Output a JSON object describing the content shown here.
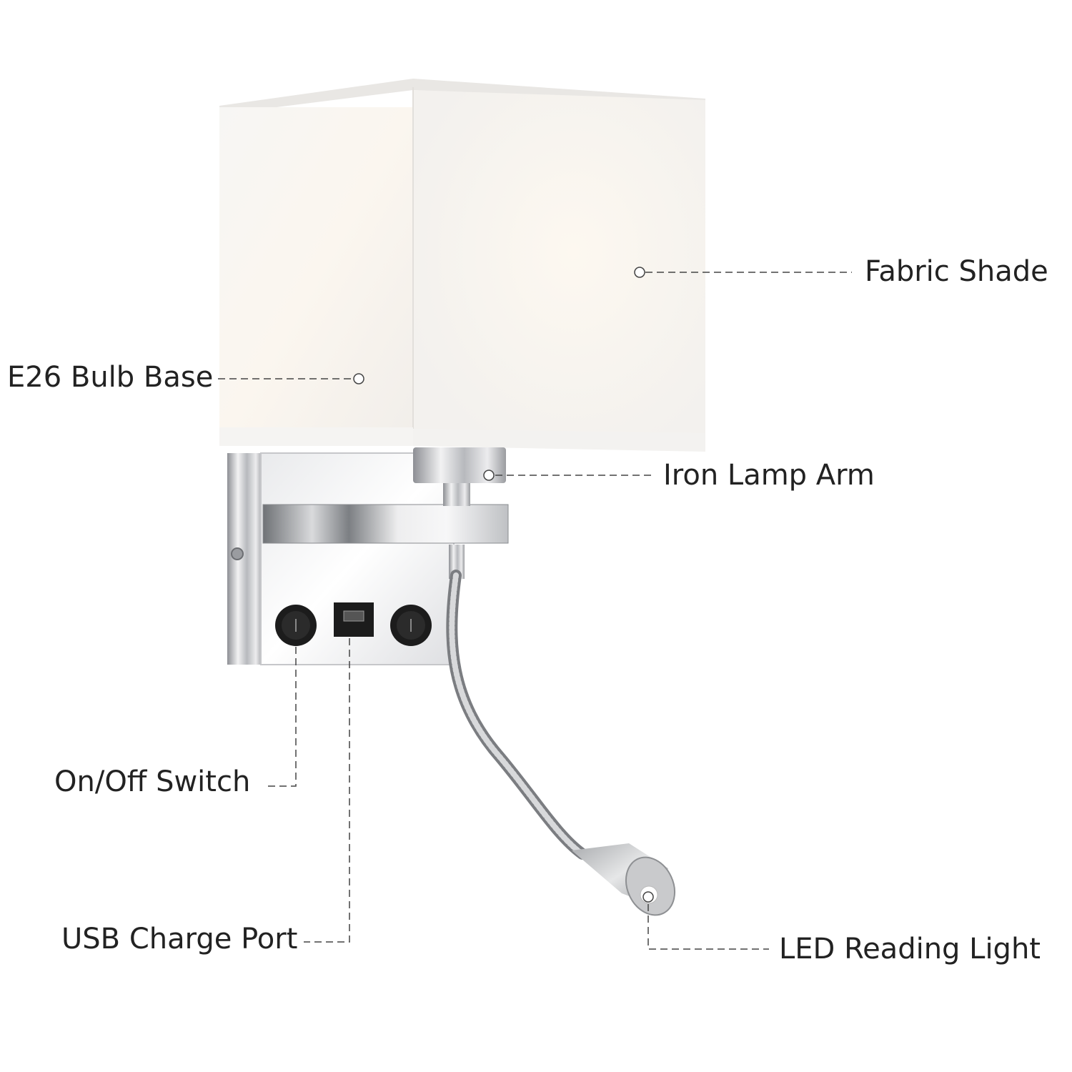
{
  "callouts": {
    "fabric_shade": "Fabric Shade",
    "bulb_base": "E26 Bulb Base",
    "lamp_arm": "Iron Lamp Arm",
    "switch": "On/Off Switch",
    "usb_port": "USB Charge Port",
    "reading_light": "LED Reading Light"
  },
  "colors": {
    "background": "#ffffff",
    "shade": "#f4f2ef",
    "chrome": "#c8c9cc",
    "leader_line": "#444444",
    "label_text": "#222222"
  }
}
